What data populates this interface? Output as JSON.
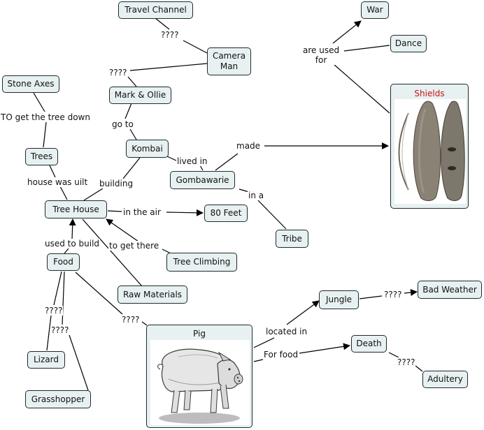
{
  "nodes": {
    "travel_channel": "Travel Channel",
    "war": "War",
    "dance": "Dance",
    "camera_man": "Camera\nMan",
    "stone_axes": "Stone Axes",
    "mark_ollie": "Mark & Ollie",
    "trees": "Trees",
    "kombai": "Kombai",
    "gombawarie": "Gombawarie",
    "tree_house": "Tree House",
    "eighty_feet": "80 Feet",
    "tribe": "Tribe",
    "food": "Food",
    "tree_climbing": "Tree Climbing",
    "raw_materials": "Raw Materials",
    "jungle": "Jungle",
    "bad_weather": "Bad Weather",
    "death": "Death",
    "lizard": "Lizard",
    "adultery": "Adultery",
    "grasshopper": "Grasshopper",
    "shields": "Shields",
    "pig": "Pig"
  },
  "links": {
    "tc_cm": "????",
    "cm_mo": "????",
    "used_for": "are used\nfor",
    "axes_trees": "TO get the tree down",
    "go_to": "go to",
    "made": "made",
    "lived_in": "lived in",
    "house_built": "house was uilt",
    "building": "building",
    "in_a": "in a",
    "in_the_air": "in the air",
    "used_to_build": "used to build",
    "to_get_there": "to get there",
    "food_lizard": "????",
    "food_grasshopper": "????",
    "food_pig": "????",
    "jungle_weather": "????",
    "located_in": "located in",
    "for_food": "For food",
    "death_adultery": "????"
  },
  "colors": {
    "node_fill": "#e8f1f2",
    "border": "#1f2a2c",
    "shields_title": "#cc1111"
  }
}
